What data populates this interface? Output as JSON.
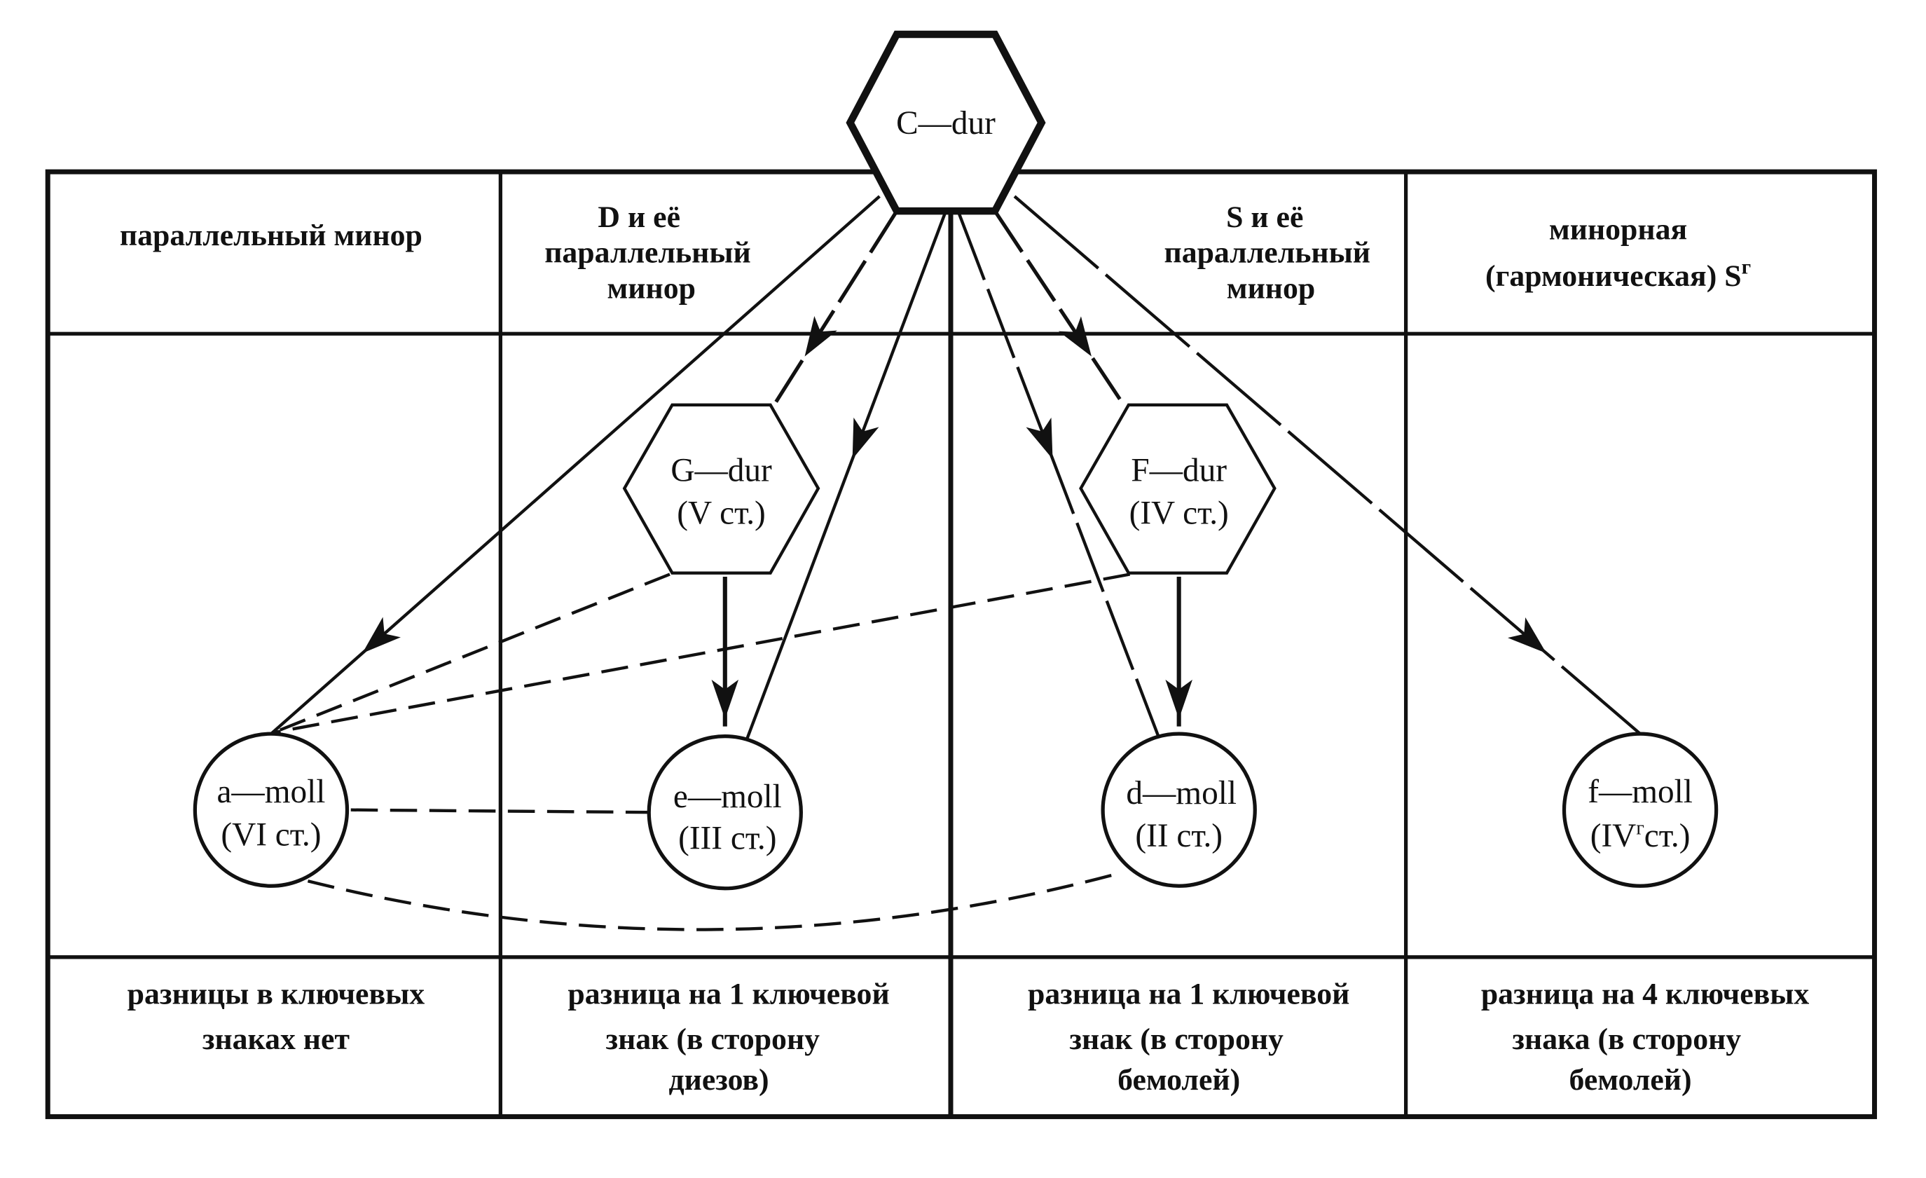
{
  "header": {
    "col1": [
      "параллельный минор"
    ],
    "col2": [
      "D и её",
      "параллельный",
      "минор"
    ],
    "col3": [
      "S и её",
      "параллельный",
      "минор"
    ],
    "col4": [
      "минорная",
      "(гармоническая) S",
      "г"
    ]
  },
  "nodes": {
    "c_dur": {
      "name": "C—dur"
    },
    "g_dur": {
      "name": "G—dur",
      "degree": "(V ст.)"
    },
    "f_dur": {
      "name": "F—dur",
      "degree": "(IV ст.)"
    },
    "a_moll": {
      "name": "a—moll",
      "degree": "(VI ст.)"
    },
    "e_moll": {
      "name": "e—moll",
      "degree": "(III ст.)"
    },
    "d_moll": {
      "name": "d—moll",
      "degree": "(II ст.)"
    },
    "f_moll": {
      "name": "f—moll",
      "degree_pre": "(IV",
      "degree_sup": "г",
      "degree_post": "ст.)"
    }
  },
  "footer": {
    "col1": [
      "разницы в ключевых",
      "знаках нет"
    ],
    "col2": [
      "разница на 1 ключевой",
      "знак (в сторону",
      "диезов)"
    ],
    "col3": [
      "разница на 1 ключевой",
      "знак  (в сторону",
      "бемолей)"
    ],
    "col4": [
      "разница на 4 ключевых",
      "знака (в сторону",
      "бемолей)"
    ]
  }
}
